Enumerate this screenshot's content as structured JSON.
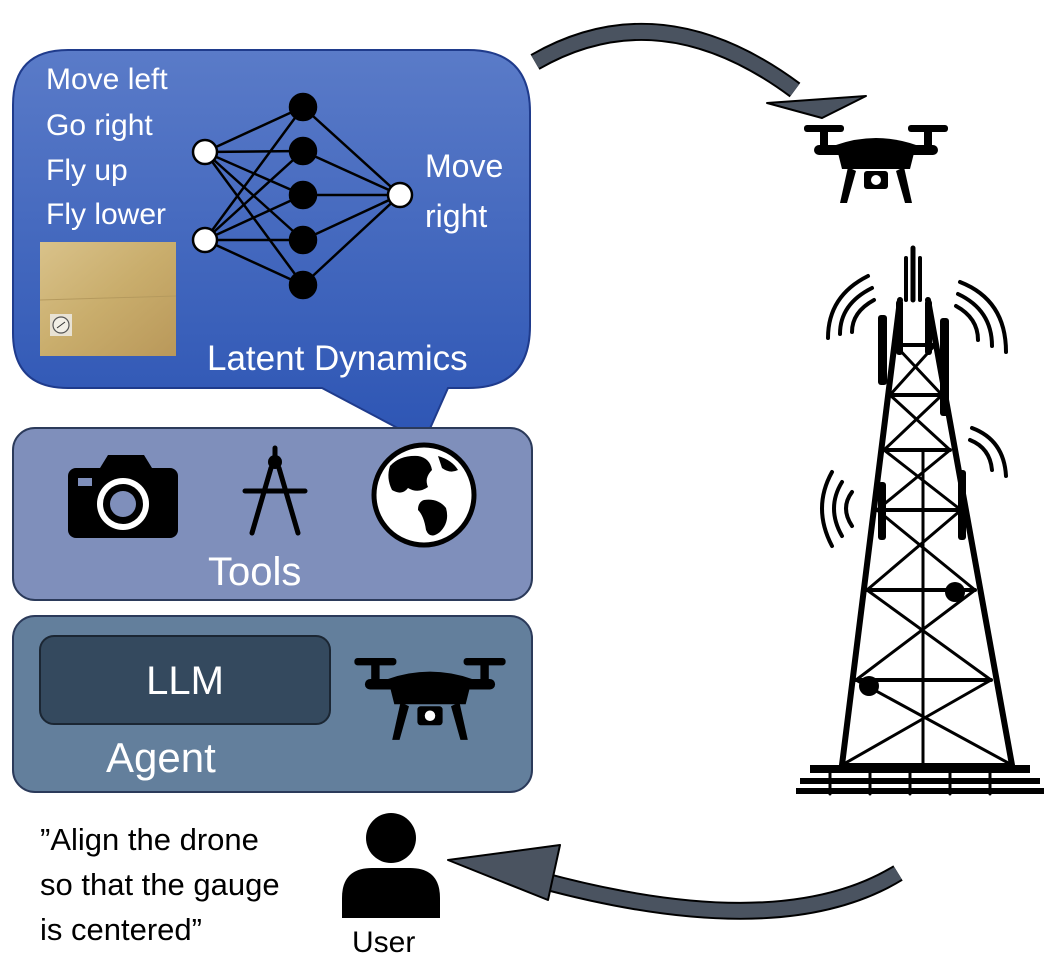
{
  "latent_dynamics": {
    "title": "Latent Dynamics",
    "commands": [
      "Move left",
      "Go right",
      "Fly up",
      "Fly lower"
    ],
    "output_line1": "Move",
    "output_line2": "right"
  },
  "tools": {
    "title": "Tools",
    "icons": [
      "camera-icon",
      "compass-icon",
      "globe-icon"
    ]
  },
  "agent": {
    "title": "Agent",
    "llm_label": "LLM",
    "icon": "drone-icon"
  },
  "user": {
    "label": "User",
    "quote_line1": "”Align the drone",
    "quote_line2": "so that the gauge",
    "quote_line3": "is centered”"
  },
  "scene": {
    "drone_icon": "drone-icon",
    "tower_icon": "cell-tower-icon"
  },
  "colors": {
    "latent_box_top": "#5877c6",
    "latent_box_bottom": "#2f57b5",
    "tools_box": "#7f8fbb",
    "agent_box": "#637f9c",
    "llm_box": "#34495e",
    "arrow": "#4a5360"
  }
}
